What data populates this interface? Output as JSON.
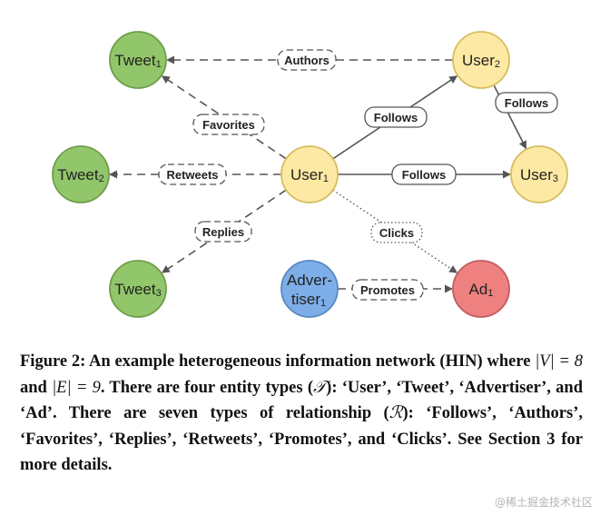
{
  "nodes": [
    {
      "id": "tweet1",
      "label": "Tweet",
      "sub": "1",
      "kind": "tweet"
    },
    {
      "id": "tweet2",
      "label": "Tweet",
      "sub": "2",
      "kind": "tweet"
    },
    {
      "id": "tweet3",
      "label": "Tweet",
      "sub": "3",
      "kind": "tweet"
    },
    {
      "id": "user1",
      "label": "User",
      "sub": "1",
      "kind": "user"
    },
    {
      "id": "user2",
      "label": "User",
      "sub": "2",
      "kind": "user"
    },
    {
      "id": "user3",
      "label": "User",
      "sub": "3",
      "kind": "user"
    },
    {
      "id": "advertiser1",
      "label": "Adver-",
      "label2": "tiser",
      "sub": "1",
      "kind": "advertiser"
    },
    {
      "id": "ad1",
      "label": "Ad",
      "sub": "1",
      "kind": "ad"
    }
  ],
  "edges": [
    {
      "from": "user2",
      "to": "tweet1",
      "label": "Authors",
      "style": "dashed"
    },
    {
      "from": "user1",
      "to": "tweet1",
      "label": "Favorites",
      "style": "dashed"
    },
    {
      "from": "user1",
      "to": "tweet2",
      "label": "Retweets",
      "style": "dashed"
    },
    {
      "from": "user1",
      "to": "tweet3",
      "label": "Replies",
      "style": "dashed"
    },
    {
      "from": "user1",
      "to": "user2",
      "label": "Follows",
      "style": "solid"
    },
    {
      "from": "user1",
      "to": "user3",
      "label": "Follows",
      "style": "solid"
    },
    {
      "from": "user2",
      "to": "user3",
      "label": "Follows",
      "style": "solid"
    },
    {
      "from": "user1",
      "to": "ad1",
      "label": "Clicks",
      "style": "dotted"
    },
    {
      "from": "advertiser1",
      "to": "ad1",
      "label": "Promotes",
      "style": "dashed"
    }
  ],
  "colors": {
    "tweet_fill": "#92c66a",
    "tweet_stroke": "#6f9e4a",
    "user_fill": "#fde9a3",
    "user_stroke": "#d6bd5e",
    "advertiser_fill": "#7eaee8",
    "advertiser_stroke": "#5a88c2",
    "ad_fill": "#ee8080",
    "ad_stroke": "#c25d5d",
    "edge": "#555555"
  },
  "caption": {
    "p1": "Figure 2: An example heterogeneous information network (HIN) where ",
    "m1": "|V| = 8",
    "p2": " and ",
    "m2": "|E| = 9",
    "p3": ". There are four entity types (",
    "m3": "𝒯",
    "p4": "): ‘User’, ‘Tweet’, ‘Advertiser’, and ‘Ad’. There are seven types of relationship (",
    "m4": "ℛ",
    "p5": "): ‘Follows’, ‘Authors’, ‘Favorites’, ‘Replies’, ‘Retweets’, ‘Promotes’, and ‘Clicks’. See Section 3 for more details."
  },
  "watermark": "@稀土掘金技术社区"
}
